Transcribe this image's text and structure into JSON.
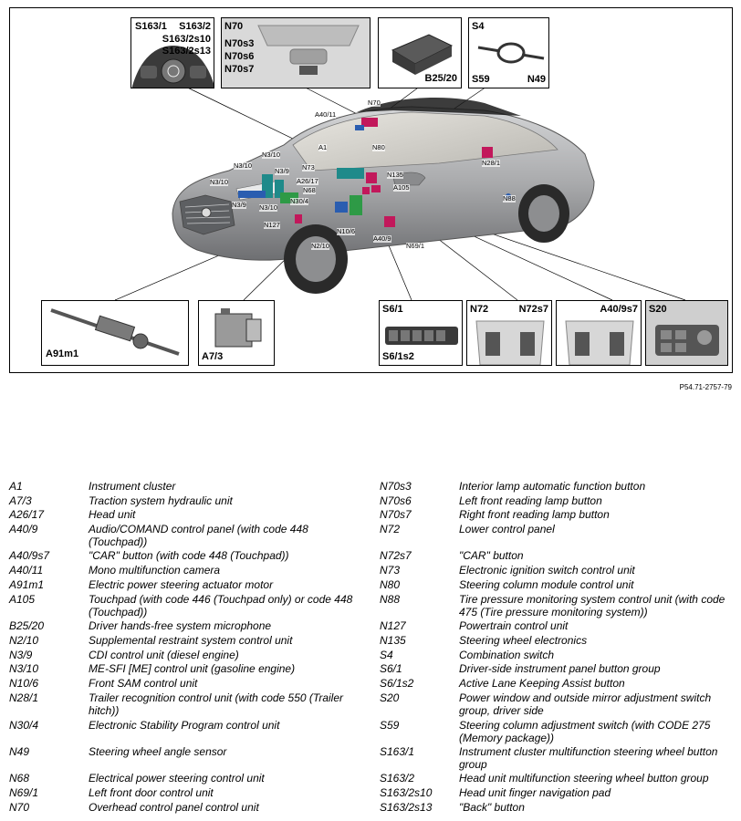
{
  "figure_ref": "P54.71-2757-79",
  "insets": {
    "steering_buttons": [
      "S163/1",
      "S163/2",
      "S163/2s10",
      "S163/2s13"
    ],
    "overhead": [
      "N70",
      "N70s3",
      "N70s6",
      "N70s7"
    ],
    "microphone": [
      "B25/20"
    ],
    "combination_switch": [
      "S4",
      "S59",
      "N49"
    ],
    "power_steering": [
      "A91m1"
    ],
    "traction_hydraulic": [
      "A7/3"
    ],
    "instrument_buttons": [
      "S6/1",
      "S6/1s2"
    ],
    "lower_panel": [
      "N72",
      "N72s7"
    ],
    "car_button": [
      "A40/9s7"
    ],
    "window_switch": [
      "S20"
    ]
  },
  "callouts": [
    "A40/11",
    "N70",
    "A1",
    "N80",
    "N3/10",
    "N3/10",
    "N3/9",
    "N3/10",
    "N73",
    "N135",
    "A26/17",
    "N68",
    "A105",
    "N28/1",
    "N3/9",
    "N30/4",
    "N3/10",
    "N88",
    "N127",
    "N10/6",
    "N2/10",
    "A40/9",
    "N69/1"
  ],
  "legend": {
    "left": [
      {
        "code": "A1",
        "desc": "Instrument cluster"
      },
      {
        "code": "A7/3",
        "desc": "Traction system hydraulic unit"
      },
      {
        "code": "A26/17",
        "desc": "Head unit"
      },
      {
        "code": "A40/9",
        "desc": "Audio/COMAND control panel (with code 448 (Touchpad))"
      },
      {
        "code": "A40/9s7",
        "desc": "\"CAR\" button (with code 448 (Touchpad))"
      },
      {
        "code": "A40/11",
        "desc": "Mono multifunction camera"
      },
      {
        "code": "A91m1",
        "desc": "Electric power steering actuator motor"
      },
      {
        "code": "A105",
        "desc": "Touchpad (with code 446 (Touchpad only) or code 448 (Touchpad))"
      },
      {
        "code": "B25/20",
        "desc": "Driver hands-free system microphone"
      },
      {
        "code": "N2/10",
        "desc": "Supplemental restraint system control unit"
      },
      {
        "code": "N3/9",
        "desc": "CDI control unit (diesel engine)"
      },
      {
        "code": "N3/10",
        "desc": "ME-SFI [ME] control unit (gasoline engine)"
      },
      {
        "code": "N10/6",
        "desc": "Front SAM control unit"
      },
      {
        "code": "N28/1",
        "desc": "Trailer recognition control unit (with code 550 (Trailer hitch))"
      },
      {
        "code": "N30/4",
        "desc": "Electronic Stability Program control unit"
      },
      {
        "code": "N49",
        "desc": "Steering wheel angle sensor"
      },
      {
        "code": "N68",
        "desc": "Electrical power steering control unit"
      },
      {
        "code": "N69/1",
        "desc": "Left front door control unit"
      },
      {
        "code": "N70",
        "desc": "Overhead control panel control unit"
      }
    ],
    "right": [
      {
        "code": "N70s3",
        "desc": "Interior lamp automatic function button"
      },
      {
        "code": "N70s6",
        "desc": "Left front reading lamp button"
      },
      {
        "code": "N70s7",
        "desc": "Right front reading lamp button"
      },
      {
        "code": "N72",
        "desc": "Lower control panel"
      },
      {
        "code": "N72s7",
        "desc": "\"CAR\" button"
      },
      {
        "code": "N73",
        "desc": "Electronic ignition switch control unit"
      },
      {
        "code": "N80",
        "desc": "Steering column module control unit"
      },
      {
        "code": "N88",
        "desc": "Tire pressure monitoring system control unit (with code 475 (Tire pressure monitoring system))"
      },
      {
        "code": "N127",
        "desc": "Powertrain control unit"
      },
      {
        "code": "N135",
        "desc": "Steering wheel electronics"
      },
      {
        "code": "S4",
        "desc": "Combination switch"
      },
      {
        "code": "S6/1",
        "desc": "Driver-side instrument panel button group"
      },
      {
        "code": "S6/1s2",
        "desc": "Active Lane Keeping Assist button"
      },
      {
        "code": "S20",
        "desc": "Power window and outside mirror adjustment switch group, driver side"
      },
      {
        "code": "S59",
        "desc": "Steering column adjustment switch (with CODE 275 (Memory package))"
      },
      {
        "code": "S163/1",
        "desc": "Instrument cluster multifunction steering wheel button group"
      },
      {
        "code": "S163/2",
        "desc": "Head unit multifunction steering wheel button group"
      },
      {
        "code": "S163/2s10",
        "desc": "Head unit finger navigation pad"
      },
      {
        "code": "S163/2s13",
        "desc": "\"Back\" button"
      }
    ]
  },
  "colors": {
    "car_body": "#a9aaac",
    "component_magenta": "#c2185b",
    "component_teal": "#1f8a8a",
    "component_green": "#2e9a46",
    "component_blue": "#2a5db0"
  }
}
